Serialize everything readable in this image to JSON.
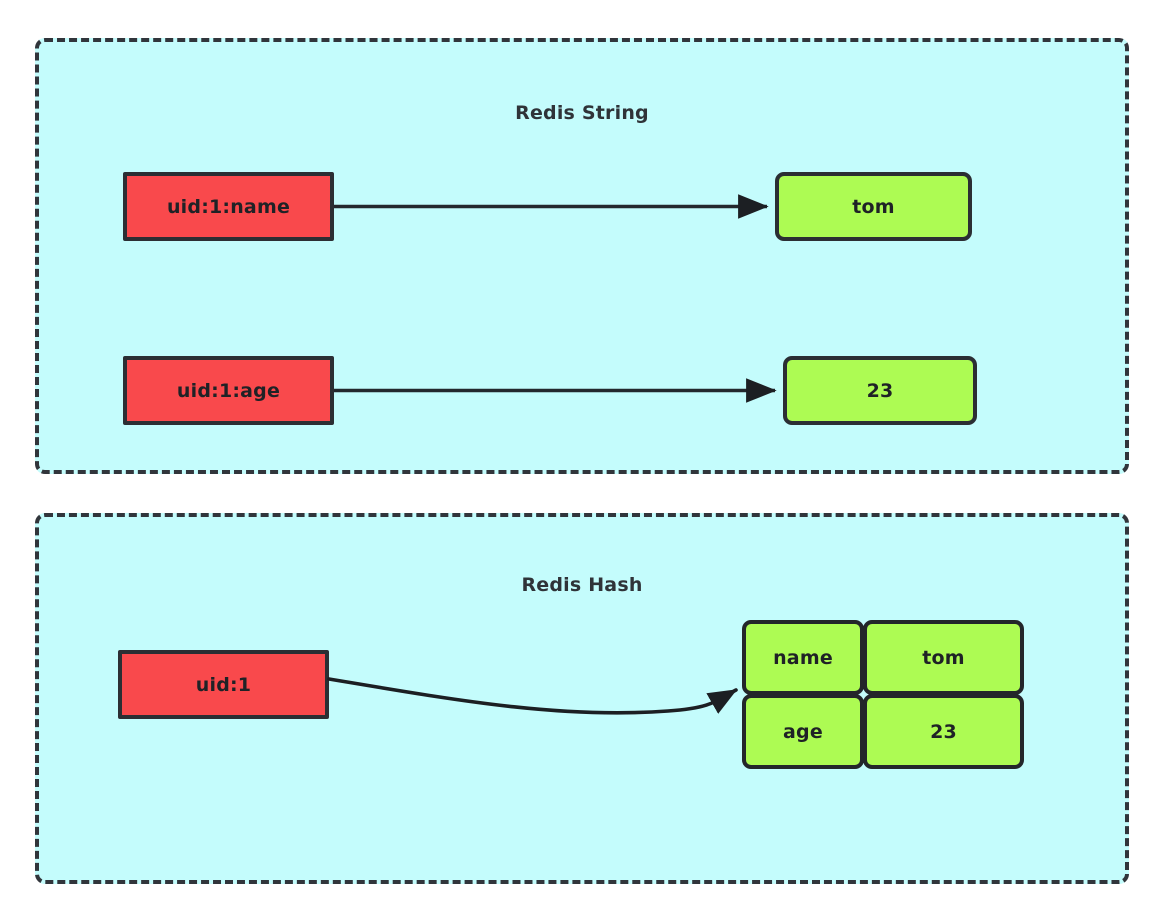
{
  "diagram": {
    "title_a": "Redis String",
    "title_b": "Redis Hash",
    "colors": {
      "panel_fill": "#c4fcfc",
      "panel_border": "#31353b",
      "key_fill": "#f9494c",
      "value_fill": "#adfb53",
      "stroke": "#2b2e33",
      "text": "#1f2226"
    }
  },
  "string_panel": {
    "title": "Redis String",
    "pairs": [
      {
        "key": "uid:1:name",
        "value": "tom"
      },
      {
        "key": "uid:1:age",
        "value": "23"
      }
    ]
  },
  "hash_panel": {
    "title": "Redis Hash",
    "key": "uid:1",
    "fields": [
      {
        "field": "name",
        "value": "tom"
      },
      {
        "field": "age",
        "value": "23"
      }
    ]
  }
}
